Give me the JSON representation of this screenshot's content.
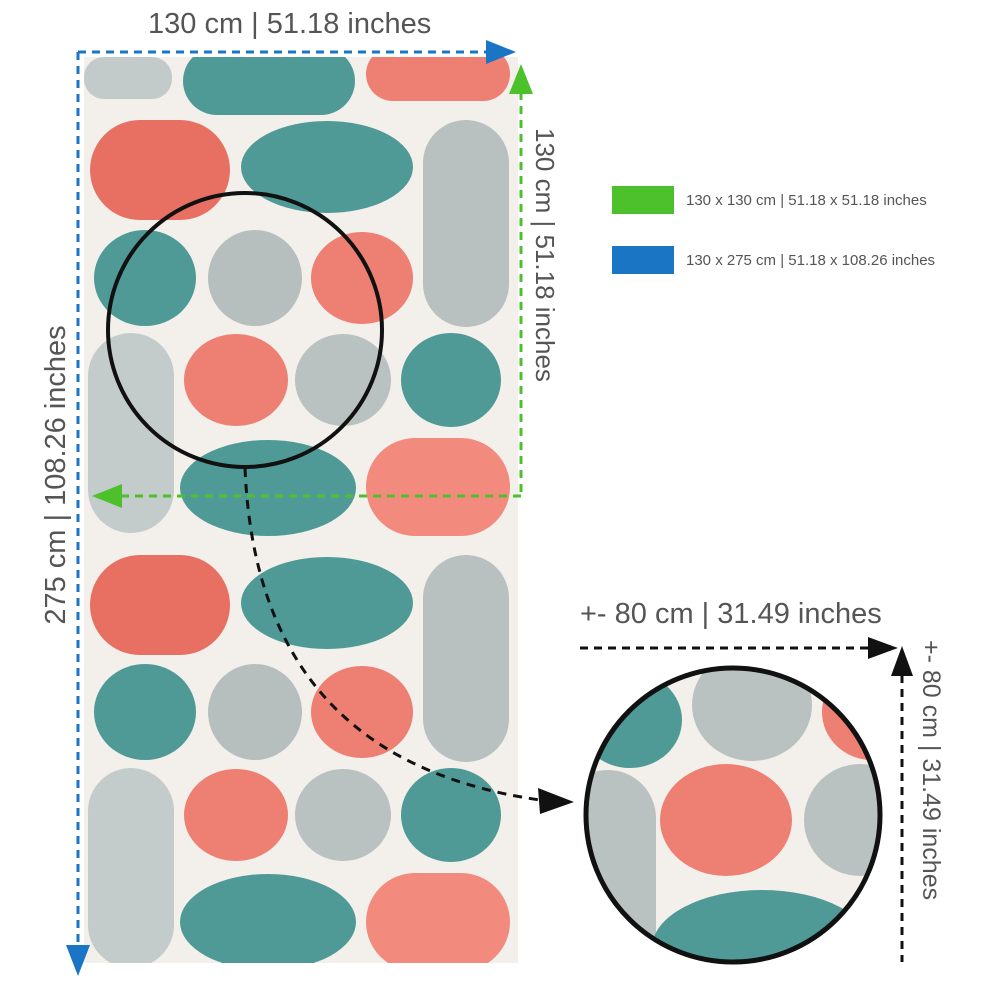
{
  "dimensions": {
    "full_width_label": "130 cm | 51.18 inches",
    "full_height_label": "275 cm | 108.26 inches",
    "square_height_label": "130 cm | 51.18 inches",
    "zoom_width_label": "+- 80 cm | 31.49 inches",
    "zoom_height_label": "+- 80 cm | 31.49 inches"
  },
  "legend": [
    {
      "label": "130 x 130 cm | 51.18 x 51.18 inches",
      "color": "#4cc12c"
    },
    {
      "label": "130 x 275 cm | 51.18 x 108.26 inches",
      "color": "#1b75c5"
    }
  ],
  "colors": {
    "teal": "#4f9a96",
    "coral": "#ee7f73",
    "grey": "#b9c3c1",
    "paper": "#f3f0ec",
    "blue_arrow": "#1b75c5",
    "green_arrow": "#4cc12c",
    "black_arrow": "#111111"
  }
}
